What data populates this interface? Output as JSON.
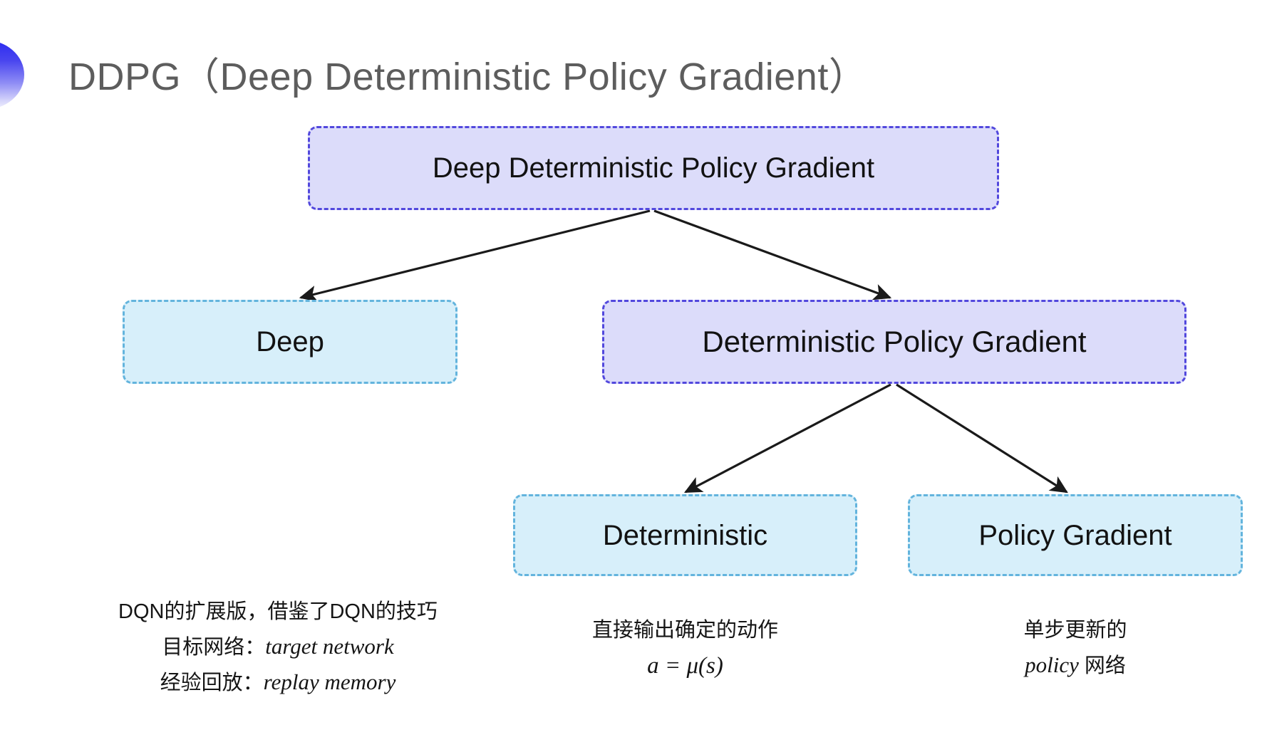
{
  "slide": {
    "title": "DDPG（Deep Deterministic Policy Gradient）",
    "background_color": "#ffffff",
    "bullet_gradient_from": "#2b2bf0",
    "bullet_gradient_to": "#f4f4fe"
  },
  "diagram": {
    "type": "tree",
    "colors": {
      "parent_fill": "#dcdcfa",
      "parent_border": "#5248dd",
      "leaf_fill": "#d7effa",
      "leaf_border": "#63b4dd",
      "arrow": "#1a1a1a",
      "text": "#121212"
    },
    "nodes": [
      {
        "id": "root",
        "label": "Deep Deterministic Policy Gradient",
        "style": "purple"
      },
      {
        "id": "deep",
        "label": "Deep",
        "style": "blue"
      },
      {
        "id": "dpg",
        "label": "Deterministic Policy Gradient",
        "style": "purple"
      },
      {
        "id": "deterministic",
        "label": "Deterministic",
        "style": "blue"
      },
      {
        "id": "policy_gradient",
        "label": "Policy Gradient",
        "style": "blue"
      }
    ],
    "edges": [
      {
        "from": "root",
        "to": "deep"
      },
      {
        "from": "root",
        "to": "dpg"
      },
      {
        "from": "dpg",
        "to": "deterministic"
      },
      {
        "from": "dpg",
        "to": "policy_gradient"
      }
    ]
  },
  "captions": {
    "deep": {
      "line1": "DQN的扩展版，借鉴了DQN的技巧",
      "line2_label": "目标网络：",
      "line2_term": "target network",
      "line3_label": "经验回放：",
      "line3_term": "replay memory"
    },
    "deterministic": {
      "line1": "直接输出确定的动作",
      "formula": "a = μ(s)"
    },
    "policy_gradient": {
      "line1": "单步更新的",
      "line2_term": "policy",
      "line2_suffix": " 网络"
    }
  }
}
